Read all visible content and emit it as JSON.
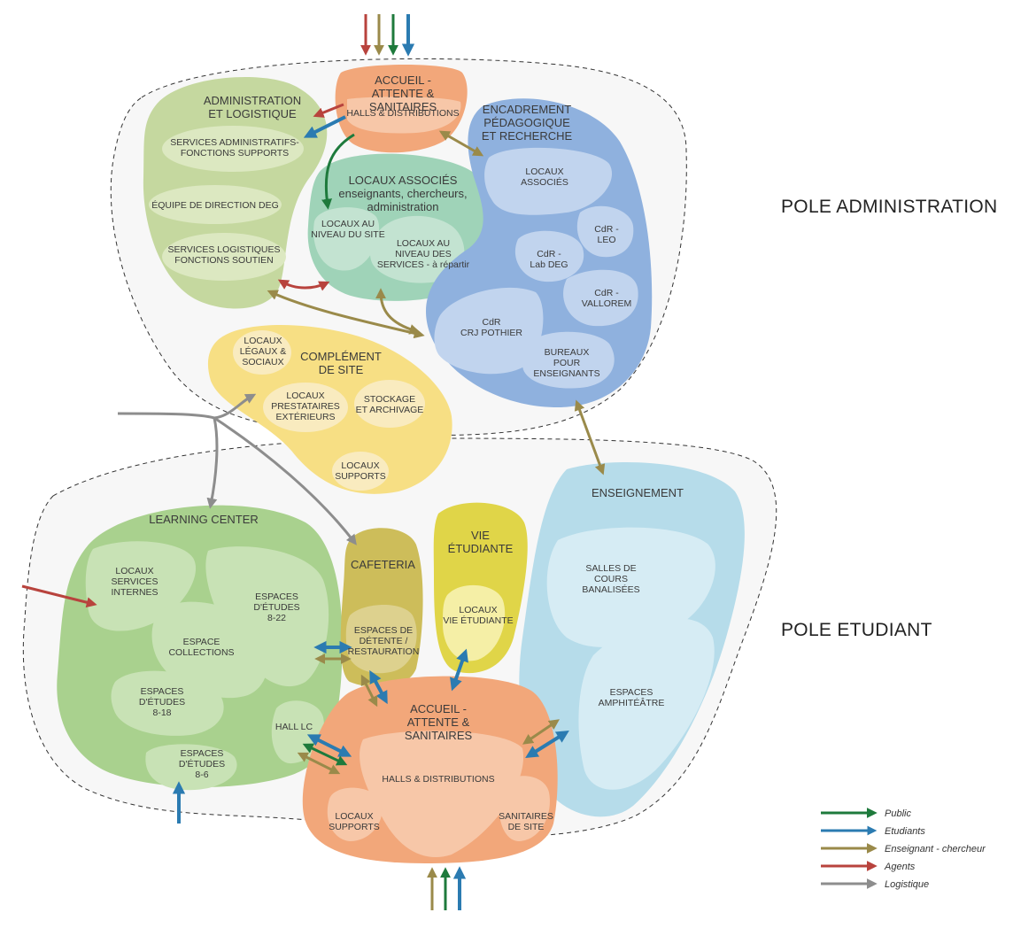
{
  "colors": {
    "public": "#1e7a3c",
    "etudiants": "#2b7bb1",
    "enseignant": "#9a8a4a",
    "agents": "#b8433d",
    "logistique": "#8d8d8d"
  },
  "poles": {
    "administration": "POLE ADMINISTRATION",
    "etudiant": "POLE ETUDIANT"
  },
  "zones": {
    "accueil_top": {
      "title": "ACCUEIL -\nATTENTE & SANITAIRES",
      "sub": "HALLS & DISTRIBUTIONS"
    },
    "administration": {
      "title": "ADMINISTRATION\nET LOGISTIQUE",
      "items": [
        "SERVICES ADMINISTRATIFS-\nFONCTIONS SUPPORTS",
        "ÉQUIPE DE DIRECTION DEG",
        "SERVICES LOGISTIQUES\nFONCTIONS SOUTIEN"
      ]
    },
    "locaux_associes": {
      "title": "LOCAUX ASSOCIÉS",
      "subtitle": "enseignants, chercheurs,\nadministration",
      "items": [
        "LOCAUX AU\nNIVEAU DU SITE",
        "LOCAUX AU\nNIVEAU DES\nSERVICES - à répartir"
      ]
    },
    "encadrement": {
      "title": "ENCADREMENT\nPÉDAGOGIQUE\nET RECHERCHE",
      "items": [
        "LOCAUX\nASSOCIÉS",
        "CdR -\nLEO",
        "CdR -\nLab DEG",
        "CdR -\nVALLOREM",
        "CdR\nCRJ POTHIER",
        "BUREAUX\nPOUR\nENSEIGNANTS"
      ]
    },
    "complement": {
      "title": "COMPLÉMENT\nDE SITE",
      "items": [
        "LOCAUX\nLÉGAUX &\nSOCIAUX",
        "LOCAUX\nPRESTATAIRES\nEXTÉRIEURS",
        "STOCKAGE\nET ARCHIVAGE",
        "LOCAUX\nSUPPORTS"
      ]
    },
    "learning": {
      "title": "LEARNING CENTER",
      "items": [
        "LOCAUX\nSERVICES\nINTERNES",
        "ESPACES\nD'ÉTUDES\n8-22",
        "ESPACE\nCOLLECTIONS",
        "ESPACES\nD'ÉTUDES\n8-18",
        "HALL LC",
        "ESPACES\nD'ÉTUDES\n8-6"
      ]
    },
    "cafeteria": {
      "title": "CAFETERIA",
      "sub": "ESPACES DE\nDÉTENTE /\nRESTAURATION"
    },
    "vie": {
      "title": "VIE\nÉTUDIANTE",
      "sub": "LOCAUX\nVIE ÉTUDIANTE"
    },
    "enseignement": {
      "title": "ENSEIGNEMENT",
      "items": [
        "SALLES DE\nCOURS\nBANALISÉES",
        "ESPACES\nAMPHITÉÂTRE"
      ]
    },
    "accueil_bottom": {
      "title": "ACCUEIL -\nATTENTE & SANITAIRES",
      "items": [
        "HALLS & DISTRIBUTIONS",
        "LOCAUX\nSUPPORTS",
        "SANITAIRES\nDE SITE"
      ]
    }
  },
  "legend": [
    {
      "label": "Public",
      "color": "#1e7a3c"
    },
    {
      "label": "Etudiants",
      "color": "#2b7bb1"
    },
    {
      "label": "Enseignant - chercheur",
      "color": "#9a8a4a"
    },
    {
      "label": "Agents",
      "color": "#b8433d"
    },
    {
      "label": "Logistique",
      "color": "#8d8d8d"
    }
  ]
}
